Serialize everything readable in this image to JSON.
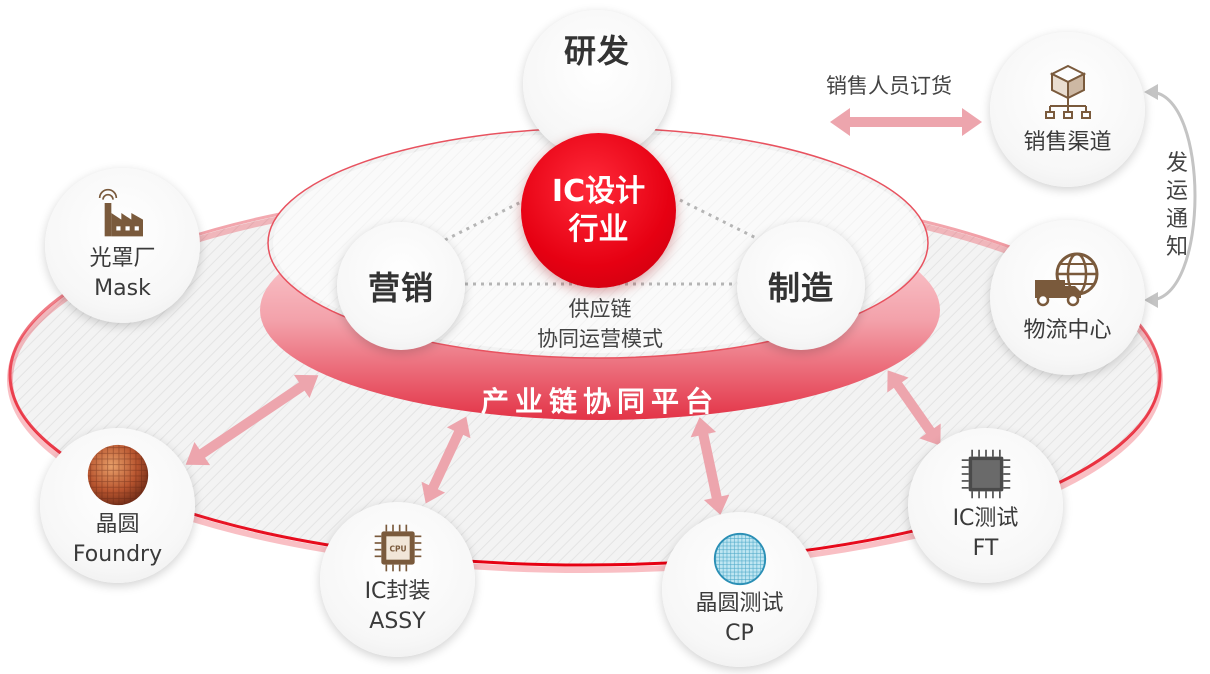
{
  "center": {
    "title_line1": "IC设计",
    "title_line2": "行业",
    "rd": "研发",
    "marketing": "营销",
    "manufacturing": "制造",
    "mode_line1": "供应链",
    "mode_line2": "协同运营模式",
    "platform": "产业链协同平台"
  },
  "sales": {
    "order_text": "销售人员订货",
    "channel": "销售渠道",
    "notify_text": "发运通知",
    "logistics": "物流中心"
  },
  "nodes": {
    "mask": {
      "line1": "光罩厂",
      "line2": "Mask",
      "icon": "factory-icon"
    },
    "foundry": {
      "line1": "晶圆",
      "line2": "Foundry",
      "icon": "wafer-icon"
    },
    "assy": {
      "line1": "IC封装",
      "line2": "ASSY",
      "icon": "cpu-chip-icon",
      "chip_text": "CPU"
    },
    "cp": {
      "line1": "晶圆测试",
      "line2": "CP",
      "icon": "test-wafer-icon"
    },
    "ft": {
      "line1": "IC测试",
      "line2": "FT",
      "icon": "ic-chip-icon"
    }
  },
  "colors": {
    "brand_red": "#e60012",
    "arrow_pink": "#eda5ad",
    "icon_brown": "#7a5a3c",
    "ring_gray": "#ececec"
  }
}
